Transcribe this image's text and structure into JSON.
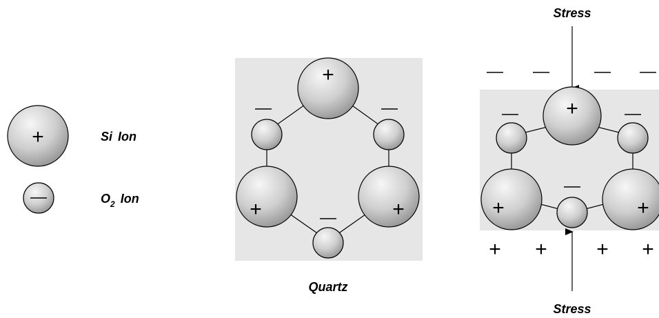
{
  "legend": {
    "si_label": "Si",
    "si_suffix": "Ion",
    "o2_label": "O",
    "o2_subscript": "2",
    "o2_suffix": "Ion"
  },
  "quartz": {
    "caption": "Quartz"
  },
  "stressed": {
    "top_label": "Stress",
    "bottom_label": "Stress"
  },
  "signs": {
    "plus": "+",
    "minus": "–"
  },
  "colors": {
    "panel": "#e6e6e6",
    "ion_light": "#f4f4f4",
    "ion_dark": "#9b9b9b",
    "stroke": "#000000"
  }
}
